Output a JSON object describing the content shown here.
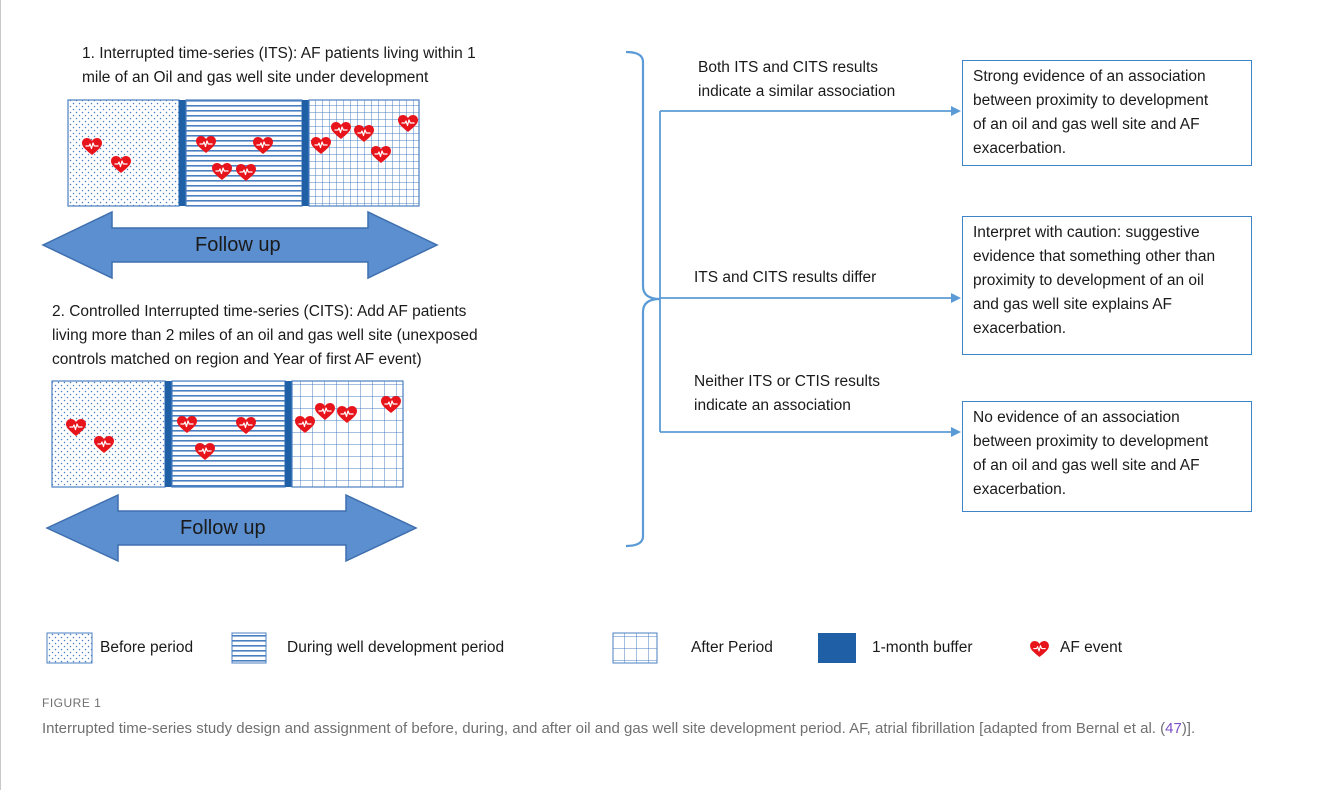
{
  "design1": {
    "title": "1. Interrupted time-series (ITS): AF patients living within 1\nmile of an Oil and gas well site under development",
    "follow_up": "Follow up"
  },
  "design2": {
    "title": "2. Controlled Interrupted time-series (CITS): Add AF patients\nliving more than  2 miles of an oil and gas well site (unexposed\ncontrols matched on region and Year of first AF event)",
    "follow_up": "Follow up"
  },
  "branches": [
    {
      "condition": "Both ITS and CITS results\nindicate a similar association",
      "outcome": "Strong evidence of an association\nbetween proximity to development\nof an oil and gas well site and AF\nexacerbation."
    },
    {
      "condition": "ITS and CITS results differ",
      "outcome": "Interpret with caution: suggestive\nevidence that something other than\nproximity to development of an oil\nand gas well site explains AF\nexacerbation."
    },
    {
      "condition": "Neither ITS or CTIS results\nindicate an association",
      "outcome": "No evidence of an association\nbetween proximity to development\nof an oil and gas well site and AF\nexacerbation."
    }
  ],
  "legend": {
    "before": "Before period",
    "during": "During well development  period",
    "after": "After Period",
    "buffer": "1-month buffer",
    "af_event": "AF event"
  },
  "figure": {
    "label": "FIGURE 1",
    "caption_pre": "Interrupted time-series study design and assignment of before, during, and after oil and gas well site development period. AF, atrial fibrillation [adapted from Bernal et al. (",
    "caption_ref": "47",
    "caption_post": ")]."
  },
  "colors": {
    "pattern": "#4a7fc1",
    "buffer": "#1f5fa6",
    "arrow_fill": "#5b8fcf",
    "arrow_stroke": "#3f6fae",
    "connector": "#5b9bd5",
    "heart": "#e8141c"
  }
}
